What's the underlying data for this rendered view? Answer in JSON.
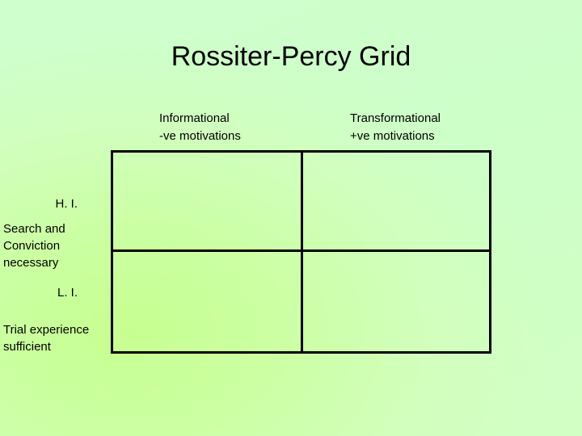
{
  "slide": {
    "title": "Rossiter-Percy Grid",
    "background_top_color": "#CCFFCC",
    "background_accent_color": "#CCFF99",
    "border_color": "#000000"
  },
  "grid": {
    "columns": [
      {
        "key": "informational",
        "header_line1": "Informational",
        "header_line2": "-ve motivations"
      },
      {
        "key": "transformational",
        "header_line1": "Transformational",
        "header_line2": "+ve motivations"
      }
    ],
    "rows": [
      {
        "key": "high_involvement",
        "code": "H. I.",
        "desc_line1": "Search and",
        "desc_line2": "Conviction",
        "desc_line3": "necessary"
      },
      {
        "key": "low_involvement",
        "code": "L. I.",
        "desc_line1": "Trial experience",
        "desc_line2": "sufficient",
        "desc_line3": ""
      }
    ],
    "cells": [
      {
        "row": "high_involvement",
        "column": "informational",
        "text": ""
      },
      {
        "row": "high_involvement",
        "column": "transformational",
        "text": ""
      },
      {
        "row": "low_involvement",
        "column": "informational",
        "text": ""
      },
      {
        "row": "low_involvement",
        "column": "transformational",
        "text": ""
      }
    ]
  }
}
